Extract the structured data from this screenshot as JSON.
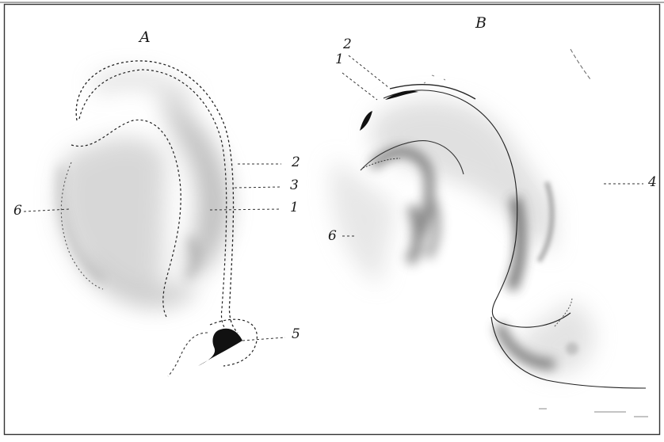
{
  "figure_a": {
    "title": "A",
    "labels": {
      "l1": "1",
      "l2": "2",
      "l3": "3",
      "l5": "5",
      "l6": "6"
    }
  },
  "figure_b": {
    "title": "B",
    "labels": {
      "l1": "1",
      "l2": "2",
      "l4": "4",
      "l6": "6"
    }
  }
}
